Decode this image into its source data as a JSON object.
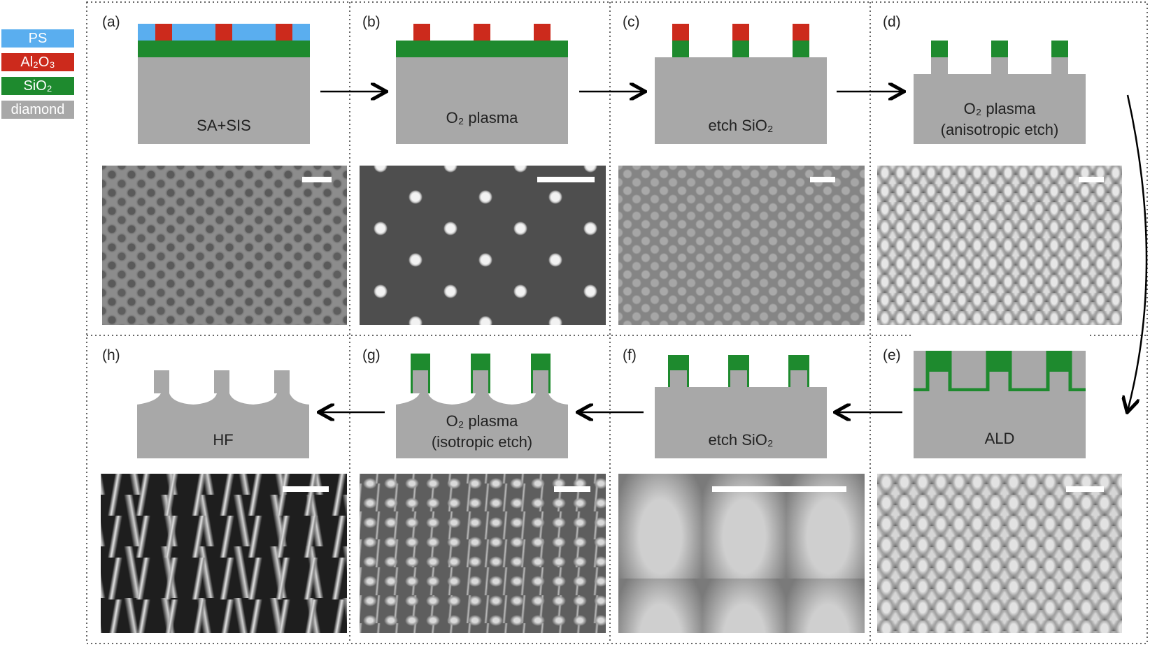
{
  "legend": [
    {
      "key": "ps",
      "label": "PS",
      "color": "#5aaeef"
    },
    {
      "key": "al2o3",
      "label": "Al₂O₃",
      "color": "#cc2a1c"
    },
    {
      "key": "sio2",
      "label": "SiO₂",
      "color": "#1e8a2e"
    },
    {
      "key": "diamond",
      "label": "diamond",
      "color": "#a8a8a8"
    }
  ],
  "panels": {
    "a": {
      "label": "(a)",
      "step": "SA+SIS"
    },
    "b": {
      "label": "(b)",
      "step": "O₂ plasma"
    },
    "c": {
      "label": "(c)",
      "step": "etch SiO₂"
    },
    "d": {
      "label": "(d)",
      "step": "O₂ plasma",
      "step2": "(anisotropic etch)"
    },
    "e": {
      "label": "(e)",
      "step": "ALD"
    },
    "f": {
      "label": "(f)",
      "step": "etch SiO₂"
    },
    "g": {
      "label": "(g)",
      "step": "O₂ plasma",
      "step2": "(isotropic etch)"
    },
    "h": {
      "label": "(h)",
      "step": "HF"
    }
  },
  "colors": {
    "diamond": "#a8a8a8",
    "sio2": "#1e8a2e",
    "al2o3": "#cc2a1c",
    "ps": "#5aaeef",
    "arrow": "#000000"
  }
}
